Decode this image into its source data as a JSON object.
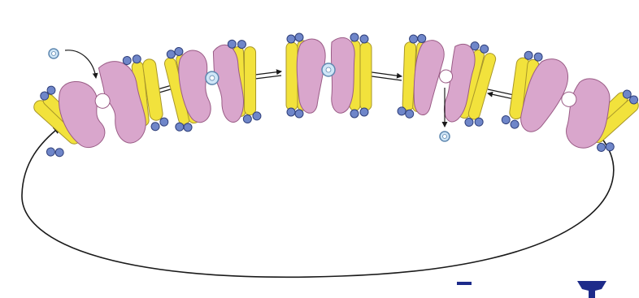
{
  "figure": {
    "colors": {
      "protein_fill": "#d9a6cc",
      "protein_stroke": "#9a5c86",
      "helix_fill": "#f2e23c",
      "helix_stroke": "#a8962a",
      "bead_fill": "#6f86c9",
      "bead_stroke": "#2f3f7a",
      "substrate_fill": "#cfe6f7",
      "substrate_stroke": "#5f88b0",
      "cycle_line": "#1a1a1a",
      "corner_mark": "#1d2b8a"
    },
    "states": [
      {
        "id": "state-1",
        "pocket": "open-with-binding-site",
        "substrate": "approaching"
      },
      {
        "id": "state-2",
        "pocket": "closed",
        "substrate": "bound"
      },
      {
        "id": "state-3",
        "pocket": "occluded",
        "substrate": "bound"
      },
      {
        "id": "state-4",
        "pocket": "open-with-binding-site",
        "substrate": "released"
      },
      {
        "id": "state-5",
        "pocket": "open-with-binding-site",
        "substrate": "none"
      }
    ],
    "icons": [
      "substrate-icon",
      "equilibrium-arrow-icon",
      "cycle-arrow-icon"
    ]
  }
}
